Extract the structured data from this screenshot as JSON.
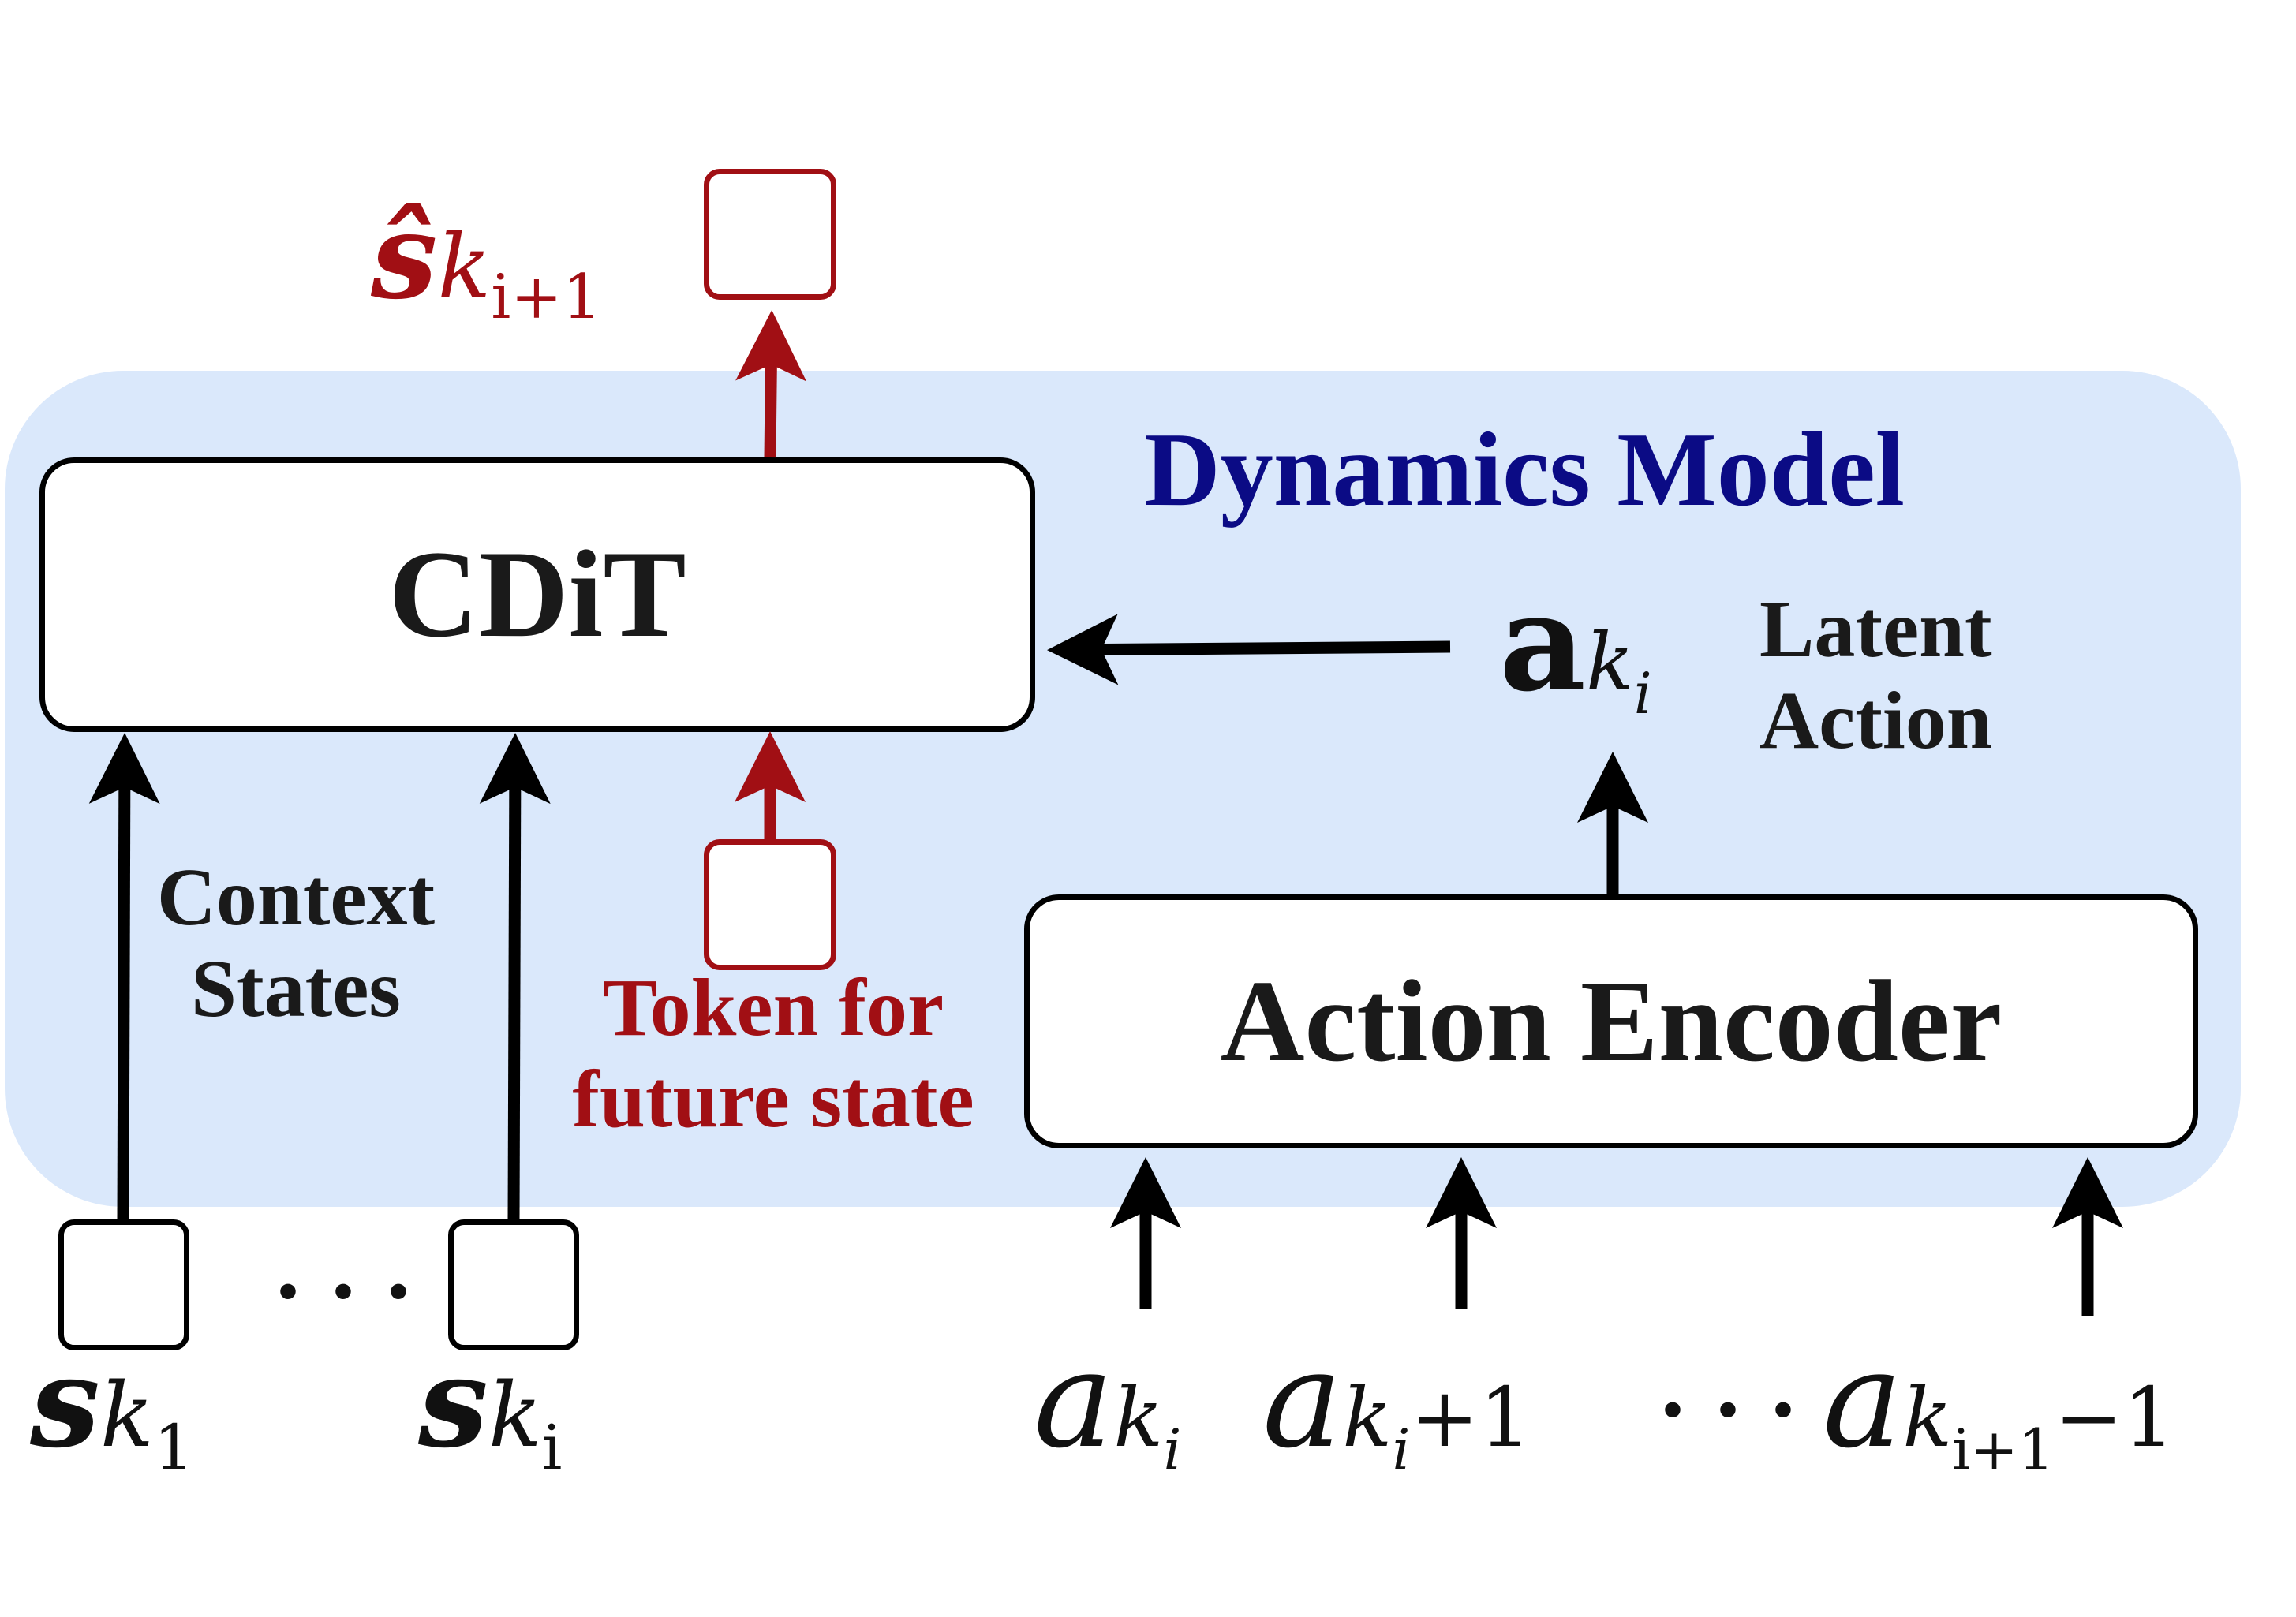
{
  "diagram": {
    "title": "Dynamics Model",
    "cdit_label": "CDiT",
    "encoder_label": "Action Encoder",
    "context_label_1": "Context",
    "context_label_2": "States",
    "token_label_1": "Token for",
    "token_label_2": "future state",
    "latent_label_1": "Latent",
    "latent_label_2": "Action",
    "context_dots": "· · ·",
    "action_dots": "· · ·",
    "colors": {
      "panel": "#dae8fb",
      "title": "#0b0b85",
      "accent_red": "#a10f14",
      "ink": "#000000"
    },
    "math": {
      "s_hat": {
        "base": "ŝ",
        "sub": "k",
        "subsub": "i+1"
      },
      "s_k1": {
        "base": "s",
        "sub": "k",
        "subsub": "1"
      },
      "s_ki": {
        "base": "s",
        "sub": "k",
        "subsub": "i"
      },
      "a_latent": {
        "base": "a",
        "sub": "k",
        "subsub": "i"
      },
      "a_k1": {
        "base": "a",
        "sub": "k",
        "subsub": "i"
      },
      "a_k2": {
        "base": "a",
        "sub": "k",
        "subsub": "i",
        "tail": "+1"
      },
      "a_k3": {
        "base": "a",
        "sub": "k",
        "subsub": "i+1",
        "tail": "−1"
      }
    }
  }
}
